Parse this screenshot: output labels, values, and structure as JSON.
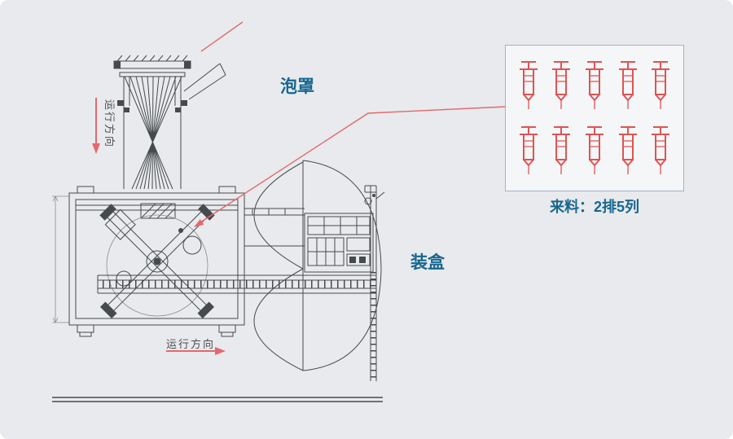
{
  "labels": {
    "blister": "泡罩",
    "cartoning": "装盒",
    "incoming": "来料：2排5列",
    "direction_vertical": "运行方向",
    "direction_horizontal": "运行方向"
  },
  "inset": {
    "rows": 2,
    "cols": 5
  },
  "colors": {
    "accent_blue": "#17678f",
    "arrow_red": "#e2696d",
    "syringe_red": "#dd5454",
    "line_dark": "#474a4d",
    "line_light": "#8a8d90",
    "label_gray": "#4d4f52",
    "panel_bg": "#f5f6f7",
    "panel_border": "#a0b4c4",
    "canvas_bg": "#e8eaed"
  }
}
